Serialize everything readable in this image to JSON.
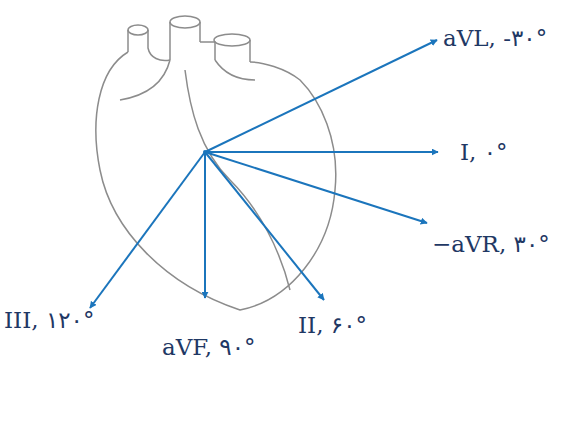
{
  "diagram": {
    "labels": [
      "aVL, -۳۰°",
      "I, ۰°",
      "−aVR, ۳۰°",
      "II, ۶۰°",
      "aVF, ۹۰°",
      "III, ۱۲۰°"
    ]
  }
}
